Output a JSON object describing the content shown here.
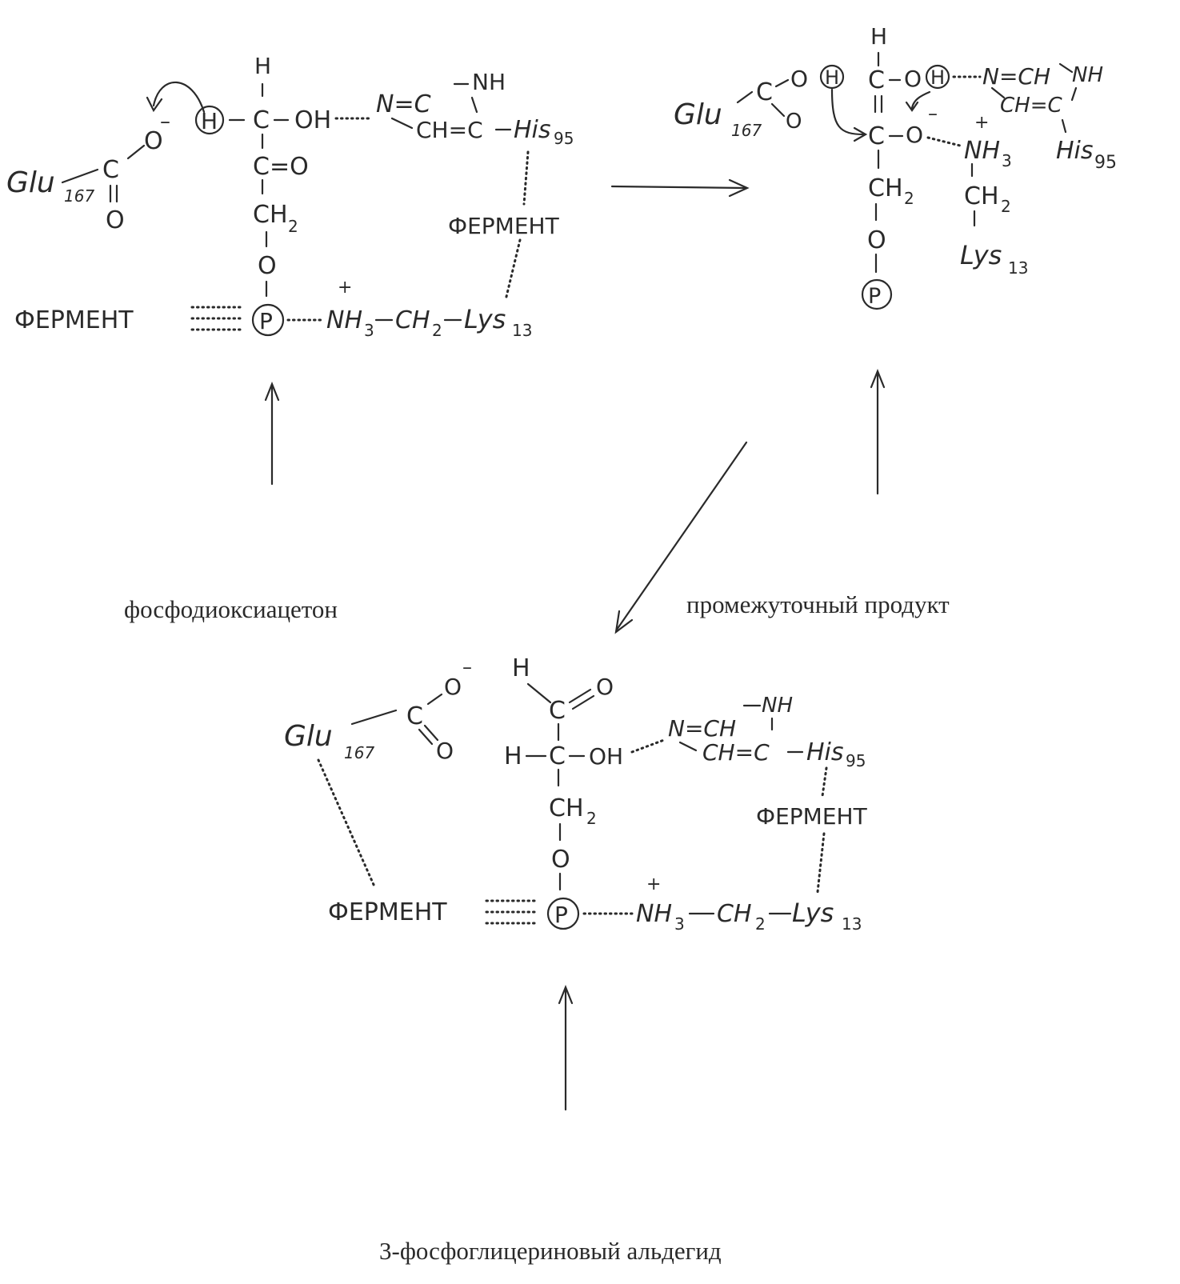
{
  "captions": {
    "dhap": "фосфодиоксиацетон",
    "intermediate": "промежуточный продукт",
    "gap": "3-фосфоглицериновый альдегид"
  },
  "labels": {
    "enzyme": "ФЕРМЕНТ",
    "glu": "Glu",
    "glu_num": "167",
    "his": "His",
    "his_num": "95",
    "lys": "Lys",
    "lys_num": "13",
    "phosphate": "P",
    "h": "H",
    "c": "C",
    "o": "O",
    "oh": "OH",
    "n": "N",
    "nh": "NH",
    "ch": "CH",
    "nh3": "NH",
    "ch2": "CH",
    "sub2": "2",
    "sub3": "3",
    "minus": "–",
    "plus": "+",
    "dash": "–",
    "ceq": "C=O",
    "ch_eq_c": "CH=C",
    "n_eq_c": "N=C",
    "n_eq_ch": "N=CH"
  },
  "colors": {
    "ink": "#2a2a2a",
    "background": "#ffffff"
  }
}
